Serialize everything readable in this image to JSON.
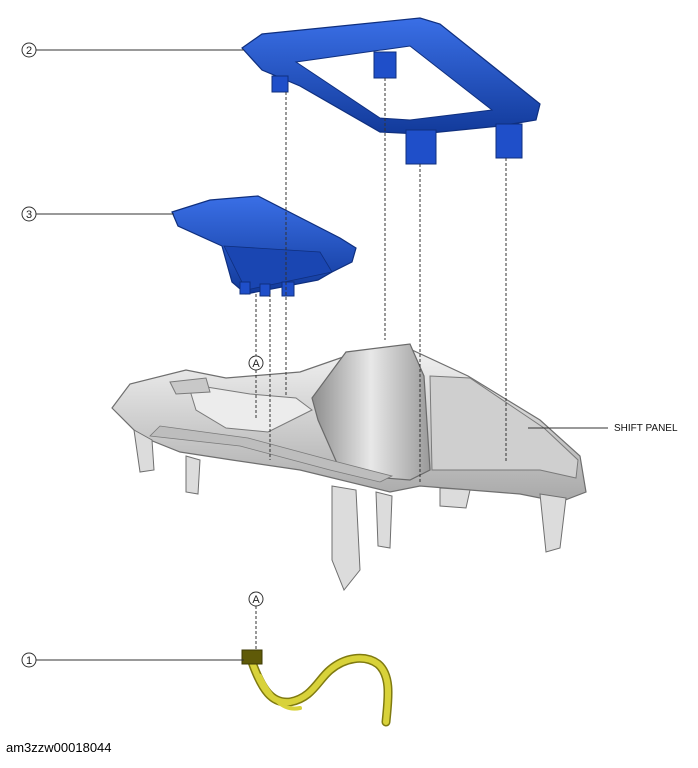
{
  "callouts": {
    "item_1": "1",
    "item_2": "2",
    "item_3": "3",
    "ref_a_top": "A",
    "ref_a_bottom": "A"
  },
  "labels": {
    "shift_panel": "SHIFT PANEL"
  },
  "document_id": "am3zzw00018044",
  "colors": {
    "bezel": "#1f4fc9",
    "bezel_dark": "#123a9a",
    "panel": "#d9d9d9",
    "panel_dark": "#9a9a9a",
    "harness": "#d8d23a",
    "harness_dark": "#7f7a10",
    "leader": "#333333"
  }
}
